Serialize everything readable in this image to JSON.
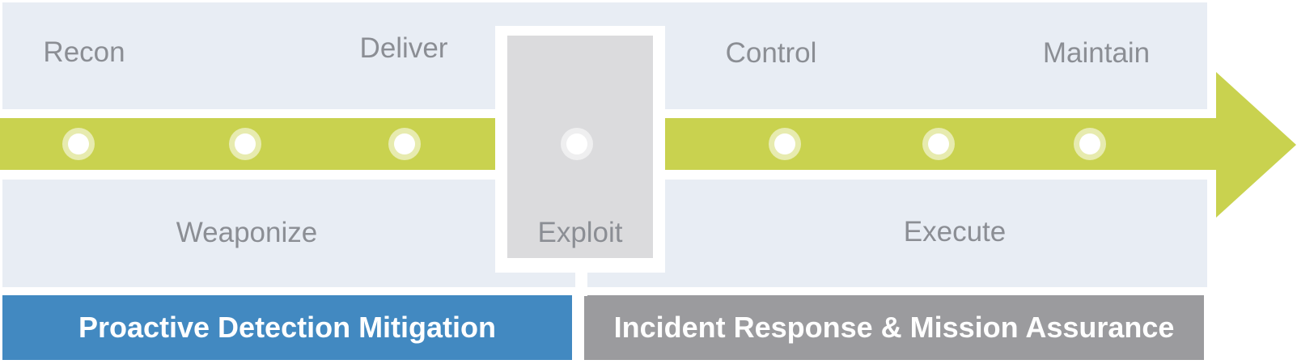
{
  "diagram_type": "cyber-kill-chain-timeline",
  "stages": [
    {
      "label": "Recon",
      "row": "top",
      "highlighted": false
    },
    {
      "label": "Weaponize",
      "row": "bottom",
      "highlighted": false
    },
    {
      "label": "Deliver",
      "row": "top",
      "highlighted": false
    },
    {
      "label": "Exploit",
      "row": "bottom",
      "highlighted": true
    },
    {
      "label": "Control",
      "row": "top",
      "highlighted": false
    },
    {
      "label": "Execute",
      "row": "bottom",
      "highlighted": false
    },
    {
      "label": "Maintain",
      "row": "top",
      "highlighted": false
    }
  ],
  "timeline": {
    "direction": "left-to-right",
    "dot_count": 7
  },
  "bars": {
    "proactive": {
      "label": "Proactive Detection Mitigation",
      "color": "#4289c1"
    },
    "incident": {
      "label": "Incident Response & Mission Assurance",
      "color": "#9b9b9e"
    }
  },
  "colors": {
    "band": "#e8edf4",
    "arrow": "#c9d24f",
    "stage_label_text": "#8b8e94",
    "bar_text": "#ffffff",
    "highlight_border": "#ffffff",
    "highlight_overlay": "rgba(152,152,158,0.35)"
  }
}
